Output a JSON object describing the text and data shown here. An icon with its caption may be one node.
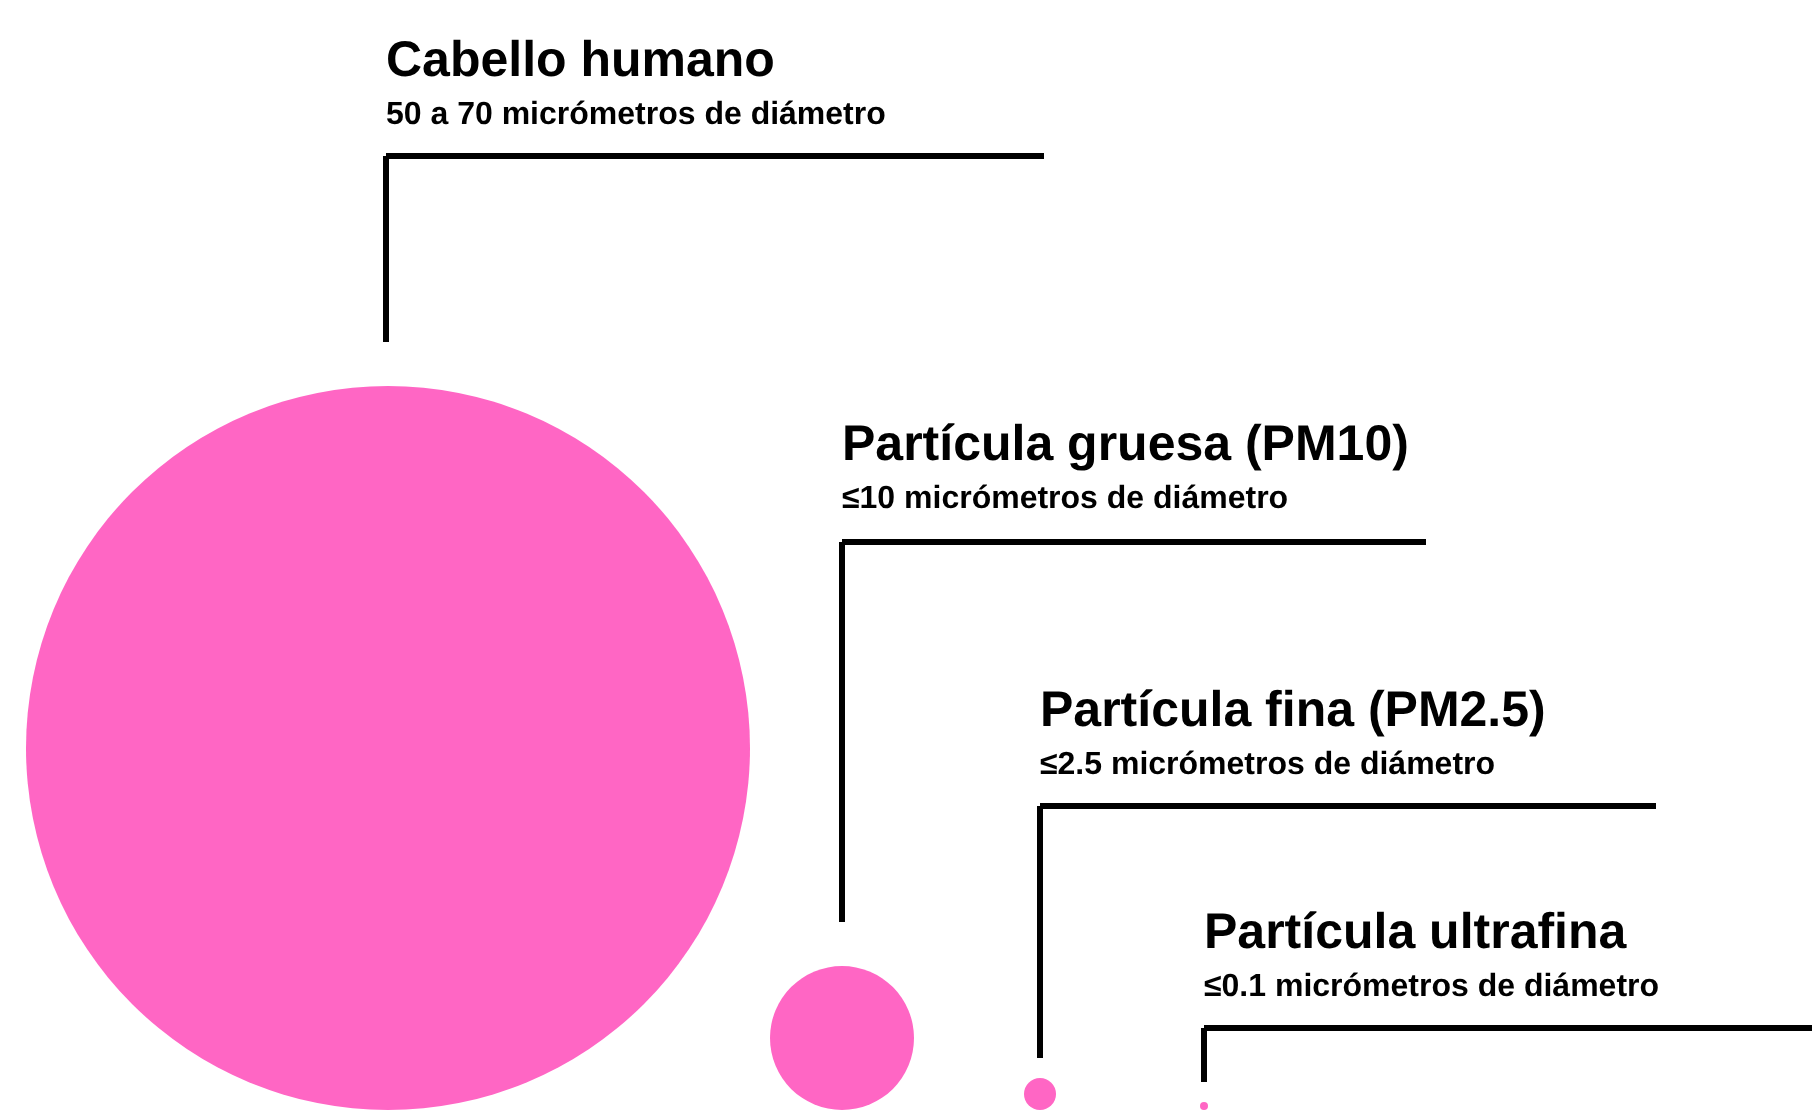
{
  "diagram": {
    "nodes": [
      {
        "text": [
          "Cabello humano",
          "50 a 70 micrómetros de diámetro"
        ]
      },
      {
        "text": [],
        "shape": "circle"
      },
      {
        "text": [
          "Partícula gruesa (PM10)",
          "≤10 micrómetros de diámetro"
        ]
      },
      {
        "text": [],
        "shape": "circle"
      },
      {
        "text": [
          "Partícula fina (PM2.5)",
          "≤2.5 micrómetros de diámetro"
        ]
      },
      {
        "text": [],
        "shape": "circle"
      },
      {
        "text": [
          "Partícula ultrafina",
          "≤0.1 micrómetros de diámetro"
        ]
      },
      {
        "text": [],
        "shape": "circle"
      }
    ],
    "edges": [
      {
        "from": 0,
        "to": 1,
        "arrow": "none"
      },
      {
        "from": 2,
        "to": 3,
        "arrow": "none"
      },
      {
        "from": 4,
        "to": 5,
        "arrow": "none"
      },
      {
        "from": 6,
        "to": 7,
        "arrow": "none"
      }
    ]
  }
}
